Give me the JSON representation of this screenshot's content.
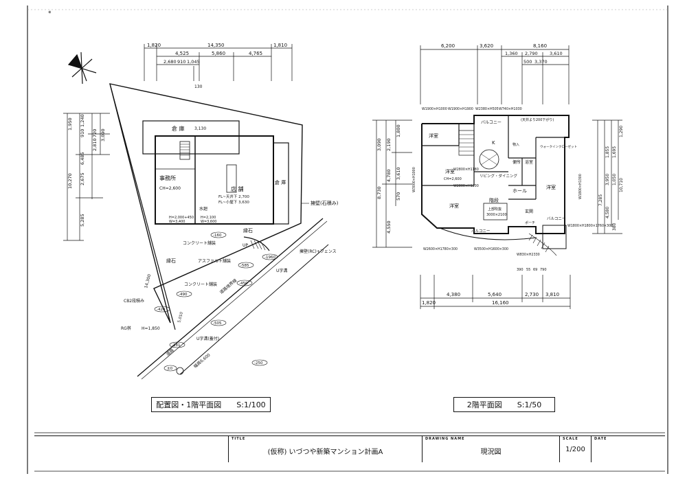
{
  "site_plan": {
    "top_dims_row1": [
      "1,820",
      "14,350",
      "1,810"
    ],
    "top_dims_row2": [
      "4,525",
      "5,860",
      "4,765"
    ],
    "top_dims_row3": [
      "2,680",
      "910",
      "1,045"
    ],
    "top_dim_small": "130",
    "left_dims": [
      "10,270",
      "5,285",
      "2,675",
      "6,485",
      "2,810",
      "1,950",
      "910",
      "1,240",
      "720",
      "3,090"
    ],
    "rooms": {
      "storage": "倉 庫",
      "office": "事務所",
      "office_ch": "CH=2,600",
      "shop": "店 舗",
      "shop_ch1": "FL~天井下  2,700",
      "shop_ch2": "FL~小屋下  3,630",
      "toilet": "水廻",
      "warehouse": "倉 庫"
    },
    "labels": {
      "gravel": "擁壁(石積み)",
      "concrete_paving": "コンクリート舗装",
      "curb": "縁石",
      "asphalt": "アスファルト舗装",
      "fence": "擁壁(RC)+フェンス",
      "u_ditch": "U字溝",
      "concrete_paving2": "コンクリート舗装",
      "cb_block": "CB2段積み",
      "rg": "RG桝",
      "road": "道路",
      "u_ditch_lid": "U字溝(蓋付)",
      "road_width": "幅員6,600",
      "entrance": "UP",
      "road_line": "道路境界線",
      "dims_office": "H=2,000+450",
      "dims_office2": "W=3,400",
      "dims_shop": "H=2,100",
      "dims_shop2": "W=3,600",
      "rg_height": "H=1,850",
      "width_30": "5,010",
      "plan_300": "3,130",
      "side_300": "14,300"
    },
    "levels": [
      "-160",
      "-1960",
      "-585",
      "-490",
      "-450",
      "-505",
      "-181",
      "-250",
      "±0",
      "-420"
    ]
  },
  "second_floor": {
    "top_dims_row1": [
      "6,200",
      "3,620",
      "8,160"
    ],
    "top_dims_row2": [
      "1,360",
      "2,790",
      "3,610"
    ],
    "top_dims_row3": [
      "500",
      "3,370"
    ],
    "left_dims": [
      "8,730",
      "3,090",
      "2,190",
      "1,800",
      "4,780",
      "3,610",
      "570",
      "4,550"
    ],
    "right_dims": [
      "10,710",
      "1,290",
      "1,855",
      "1,695",
      "3,950",
      "7,285",
      "1,050",
      "4,580",
      "380"
    ],
    "bottom_dims_row1": [
      "4,380",
      "5,640",
      "2,730",
      "3,810"
    ],
    "bottom_dims_row2": [
      "1,820",
      "16,160"
    ],
    "bottom_small": [
      "390",
      "55",
      "69",
      "790"
    ],
    "window_labels": [
      "W1900×H1000",
      "W1900×H1900",
      "W2380×H505",
      "W740×H1030",
      "W3000×H1000",
      "W2800×H1180",
      "W2800×H1200",
      "W1800×H1300",
      "W2600×H1780×300",
      "W3500×H1600×300",
      "W1800×H1800×1760×300",
      "W830×H2330"
    ],
    "rooms": {
      "western1": "洋室",
      "balcony_top": "バルコニー",
      "kitchen": "K",
      "western2": "洋室",
      "western2_ch": "CH=2,600",
      "living": "リビング・ダイニング",
      "western3": "洋室",
      "toilet": "便所",
      "bath": "浴室",
      "hall": "ホール",
      "western_right": "洋室",
      "stair_hall": "階段",
      "entrance": "玄関",
      "balcony_right": "バルコニー",
      "balcony_bottom": "バルコニー",
      "storage": "物入",
      "walkin": "ウォークインクローゼット",
      "ceiling_note": "(天井より200下がり)",
      "upper_part": "上部吹抜",
      "upper_dims": "3000×2100",
      "porch": "ポーチ"
    }
  },
  "captions": {
    "left_title": "配置図・1階平面図",
    "left_scale": "S:1/100",
    "right_title": "2階平面図",
    "right_scale": "S:1/50"
  },
  "title_block": {
    "title_head": "TITLE",
    "title": "(仮称) いづつや新築マンション計画A",
    "drawing_head": "DRAWING NAME",
    "drawing_name": "現況図",
    "scale_head": "SCALE",
    "scale": "1/200",
    "date_head": "DATE",
    "date": ""
  },
  "stamp": "*"
}
